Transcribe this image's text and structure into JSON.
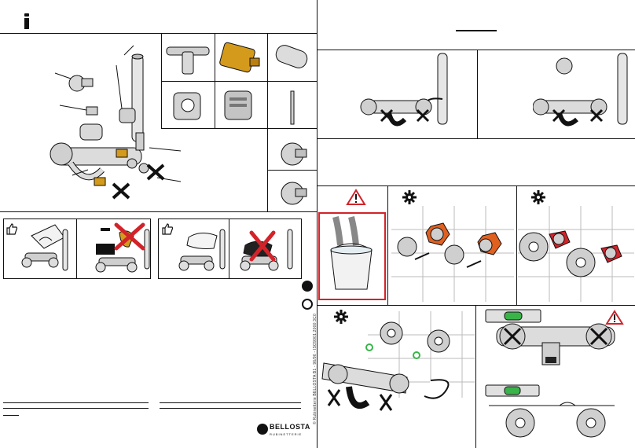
{
  "header": {
    "left_icon": "info-icon",
    "right_title_line": ""
  },
  "brand": {
    "name": "BELLOSTA",
    "tagline": "RUBINETTERIE"
  },
  "vertical_note": "© Rubinetterie BELLOSTA   B1 - 96/96 - ISO9001:2000   3C0",
  "icons": {
    "thumbs_up": "thumbs-up-icon",
    "warning": "warning-icon",
    "gear": "gear-icon",
    "x_mark": "x-mark-icon"
  },
  "colors": {
    "line": "#111111",
    "brass": "#d49a1c",
    "red": "#d2232a",
    "orange": "#e06020",
    "green": "#38b449",
    "chrome": "#c8c8c8"
  }
}
